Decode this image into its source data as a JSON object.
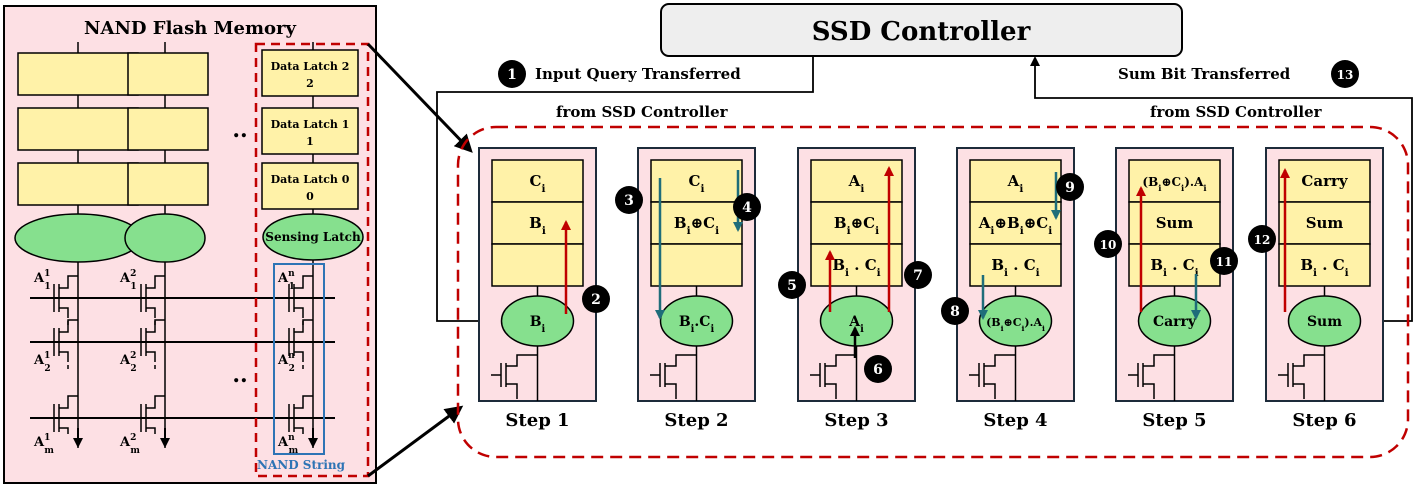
{
  "nand": {
    "title": "NAND Flash Memory",
    "latches": [
      "Data Latch 2",
      "Data Latch 1",
      "Data Latch 0"
    ],
    "sensing_latch": "Sensing Latch",
    "string_label": "NAND String",
    "dots": "..",
    "wordlines": {
      "col1": [
        "A",
        "A",
        "A"
      ],
      "sup1": [
        "1",
        "1",
        "1"
      ],
      "sub1": [
        "1",
        "2",
        "m"
      ],
      "col2": [
        "A",
        "A",
        "A"
      ],
      "sup2": [
        "2",
        "2",
        "2"
      ],
      "sub2": [
        "1",
        "2",
        "m"
      ],
      "col3": [
        "A",
        "A",
        "A"
      ],
      "sup3": [
        "n",
        "n",
        "n"
      ],
      "sub3": [
        "1",
        "2",
        "m"
      ]
    }
  },
  "controller": {
    "title": "SSD Controller",
    "input_label": "Input Query Transferred",
    "input_sub": "from SSD Controller",
    "output_label": "Sum Bit Transferred",
    "output_sub": "from SSD Controller"
  },
  "steps": [
    {
      "label": "Step 1",
      "rows": [
        "Ci",
        "Bi",
        ""
      ],
      "sense": "Bi"
    },
    {
      "label": "Step 2",
      "rows": [
        "Ci",
        "Bi⊕Ci",
        ""
      ],
      "sense": "Bi.Ci"
    },
    {
      "label": "Step 3",
      "rows": [
        "Ai",
        "Bi⊕Ci",
        "Bi . Ci"
      ],
      "sense": "Ai"
    },
    {
      "label": "Step 4",
      "rows": [
        "Ai",
        "Ai⊕Bi⊕Ci",
        "Bi . Ci"
      ],
      "sense": "(Bi⊕Ci).Ai"
    },
    {
      "label": "Step 5",
      "rows": [
        "(Bi⊕Ci).Ai",
        "Sum",
        "Bi . Ci"
      ],
      "sense": "Carry"
    },
    {
      "label": "Step 6",
      "rows": [
        "Carry",
        "Sum",
        "Bi . Ci"
      ],
      "sense": "Sum"
    }
  ],
  "badges": [
    "1",
    "2",
    "3",
    "4",
    "5",
    "6",
    "7",
    "8",
    "9",
    "10",
    "11",
    "12",
    "13"
  ],
  "colors": {
    "pink": "#fde0e4",
    "yellow": "#fff2a8",
    "green": "#86e08e",
    "dashed_red": "#c00000",
    "red_arrow": "#c00000",
    "teal_arrow": "#1f6d7a",
    "nand_string_blue": "#2e74b5",
    "controller_gray": "#eeeeee"
  }
}
